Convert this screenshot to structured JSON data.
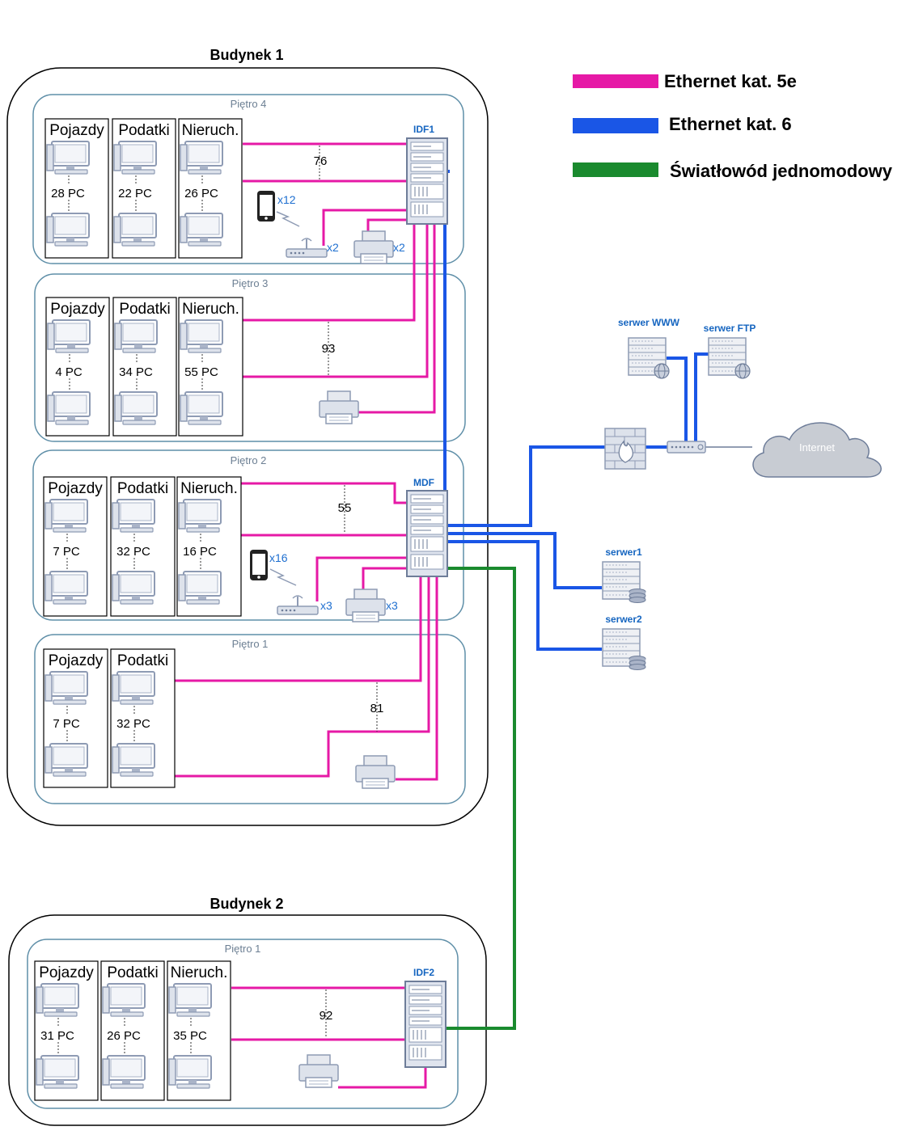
{
  "colors": {
    "cat5e": "#e619a6",
    "cat6": "#1a56e6",
    "fiber": "#1a8a2e",
    "device": "#8e9bb4",
    "floor_border": "#5f8fa8",
    "accent_label": "#1565c0"
  },
  "legend": [
    {
      "label": "Ethernet kat. 5e",
      "color_key": "cat5e"
    },
    {
      "label": "Ethernet kat. 6",
      "color_key": "cat6"
    },
    {
      "label": "Światłowód jednomodowy",
      "color_key": "fiber"
    }
  ],
  "buildings": [
    {
      "title": "Budynek 1"
    },
    {
      "title": "Budynek 2"
    }
  ],
  "floors": {
    "b1f4": {
      "label": "Piętro 4",
      "depts": [
        {
          "name": "Pojazdy",
          "pcs": "28 PC"
        },
        {
          "name": "Podatki",
          "pcs": "22 PC"
        },
        {
          "name": "Nieruch.",
          "pcs": "26 PC"
        }
      ],
      "run_length": "76",
      "phones": "x12",
      "aps": "x2",
      "printers": "x2"
    },
    "b1f3": {
      "label": "Piętro 3",
      "depts": [
        {
          "name": "Pojazdy",
          "pcs": "4 PC"
        },
        {
          "name": "Podatki",
          "pcs": "34 PC"
        },
        {
          "name": "Nieruch.",
          "pcs": "55 PC"
        }
      ],
      "run_length": "93"
    },
    "b1f2": {
      "label": "Piętro 2",
      "depts": [
        {
          "name": "Pojazdy",
          "pcs": "7 PC"
        },
        {
          "name": "Podatki",
          "pcs": "32 PC"
        },
        {
          "name": "Nieruch.",
          "pcs": "16 PC"
        }
      ],
      "run_length": "55",
      "phones": "x16",
      "aps": "x3",
      "printers": "x3"
    },
    "b1f1": {
      "label": "Piętro 1",
      "depts": [
        {
          "name": "Pojazdy",
          "pcs": "7 PC"
        },
        {
          "name": "Podatki",
          "pcs": "32 PC"
        }
      ],
      "run_length": "81"
    },
    "b2f1": {
      "label": "Piętro 1",
      "depts": [
        {
          "name": "Pojazdy",
          "pcs": "31 PC"
        },
        {
          "name": "Podatki",
          "pcs": "26 PC"
        },
        {
          "name": "Nieruch.",
          "pcs": "35 PC"
        }
      ],
      "run_length": "92"
    }
  },
  "racks": {
    "idf1": "IDF1",
    "mdf": "MDF",
    "idf2": "IDF2"
  },
  "servers": {
    "www": "serwer WWW",
    "ftp": "serwer FTP",
    "s1": "serwer1",
    "s2": "serwer2"
  },
  "internet": "Internet",
  "icons": {
    "pc": "desktop-computer-icon",
    "rack": "server-rack-icon",
    "phone": "smartphone-icon",
    "ap": "wireless-access-point-icon",
    "printer": "printer-icon",
    "server": "server-icon",
    "firewall": "firewall-icon",
    "router": "router-icon",
    "cloud": "cloud-icon"
  }
}
